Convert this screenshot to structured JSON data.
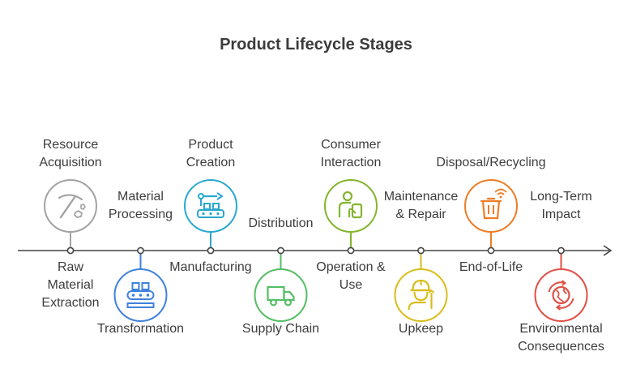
{
  "title": "Product Lifecycle Stages",
  "colors": {
    "axis": "#444444",
    "gray": "#a3a3a3",
    "blue": "#3f82dc",
    "cyan": "#2aa8cf",
    "green": "#54be66",
    "olive": "#84b52f",
    "yellow": "#d9bd1c",
    "orange": "#ef7d26",
    "red": "#e05045"
  },
  "stages": [
    {
      "name": "raw-material-extraction",
      "top": [
        "Resource",
        "Acquisition"
      ],
      "bottom": [
        "Raw",
        "Material",
        "Extraction"
      ],
      "color": "gray",
      "icon": "pickaxe-icon"
    },
    {
      "name": "material-processing",
      "top": [
        "Material",
        "Processing"
      ],
      "bottom": [
        "Transformation"
      ],
      "color": "blue",
      "icon": "conveyor-icon"
    },
    {
      "name": "manufacturing",
      "top": [
        "Product",
        "Creation"
      ],
      "bottom": [
        "Manufacturing"
      ],
      "color": "cyan",
      "icon": "robot-arm-icon"
    },
    {
      "name": "distribution",
      "top": [
        "Distribution"
      ],
      "bottom": [
        "Supply Chain"
      ],
      "color": "green",
      "icon": "truck-icon"
    },
    {
      "name": "operation-use",
      "top": [
        "Consumer",
        "Interaction"
      ],
      "bottom": [
        "Operation &",
        "Use"
      ],
      "color": "olive",
      "icon": "user-touch-icon"
    },
    {
      "name": "maintenance-repair",
      "top": [
        "Maintenance",
        "& Repair"
      ],
      "bottom": [
        "Upkeep"
      ],
      "color": "yellow",
      "icon": "worker-icon"
    },
    {
      "name": "end-of-life",
      "top": [
        "Disposal/Recycling"
      ],
      "bottom": [
        "End-of-Life"
      ],
      "color": "orange",
      "icon": "smart-bin-icon"
    },
    {
      "name": "long-term-impact",
      "top": [
        "Long-Term",
        "Impact"
      ],
      "bottom": [
        "Environmental",
        "Consequences"
      ],
      "color": "red",
      "icon": "globe-cycle-icon"
    }
  ]
}
